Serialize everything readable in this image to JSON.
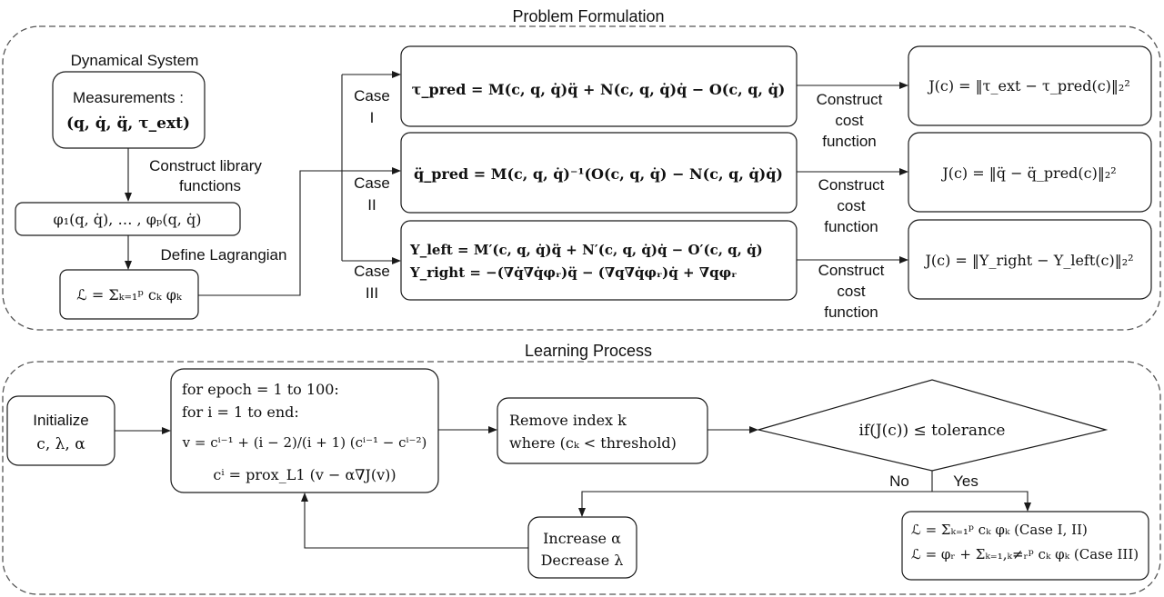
{
  "colors": {
    "stroke": "#1a1a1a",
    "dashed": "#555555",
    "text": "#111111",
    "background": "#ffffff"
  },
  "sections": {
    "problem_title": "Problem Formulation",
    "learning_title": "Learning Process"
  },
  "dynamical_system": {
    "title": "Dynamical System",
    "measurements_label": "Measurements :",
    "measurements_vars": "(q, q̇, q̈, τ_ext)"
  },
  "library": {
    "edge_label_1": "Construct library",
    "edge_label_2": "functions",
    "box": "φ₁(q, q̇), … , φₚ(q, q̇)"
  },
  "lagrangian": {
    "edge_label": "Define Lagrangian",
    "box": "ℒ = Σₖ₌₁ᵖ cₖ φₖ"
  },
  "cases": [
    {
      "label_1": "Case",
      "label_2": "I",
      "equation": "τ_pred = M(c, q, q̇)q̈ + N(c, q, q̇)q̇ − O(c, q, q̇)",
      "edge_1": "Construct",
      "edge_2": "cost",
      "edge_3": "function",
      "cost": "J(c) = ‖τ_ext − τ_pred(c)‖₂²"
    },
    {
      "label_1": "Case",
      "label_2": "II",
      "equation": "q̈_pred = M(c, q, q̇)⁻¹(O(c, q, q̇) − N(c, q, q̇)q̇)",
      "edge_1": "Construct",
      "edge_2": "cost",
      "edge_3": "function",
      "cost": "J(c) = ‖q̈ − q̈_pred(c)‖₂²"
    },
    {
      "label_1": "Case",
      "label_2": "III",
      "equation_1": "Y_left   = M′(c, q, q̇)q̈ + N′(c, q, q̇)q̇ − O′(c, q, q̇)",
      "equation_2": "Y_right = −(∇q̇∇q̇φᵣ)q̈ − (∇q∇q̇φᵣ)q̇ + ∇qφᵣ",
      "edge_1": "Construct",
      "edge_2": "cost",
      "edge_3": "function",
      "cost": "J(c) = ‖Y_right − Y_left(c)‖₂²"
    }
  ],
  "learning": {
    "initialize_1": "Initialize",
    "initialize_2": "c, λ, α",
    "loop_1": "for epoch = 1 to 100:",
    "loop_2": "for i = 1 to end:",
    "loop_3": "v = cⁱ⁻¹ + (i − 2)/(i + 1) (cⁱ⁻¹ − cⁱ⁻²)",
    "loop_4": "cⁱ = prox_L1 (v − α∇J(v))",
    "remove_1": "Remove index k",
    "remove_2": "where (cₖ < threshold)",
    "decision": "if(J(c)) ≤ tolerance",
    "no_label": "No",
    "yes_label": "Yes",
    "adjust_1": "Increase α",
    "adjust_2": "Decrease λ",
    "result_1": "ℒ = Σₖ₌₁ᵖ cₖ φₖ (Case I, II)",
    "result_2": "ℒ = φᵣ + Σₖ₌₁,ₖ≠ᵣᵖ cₖ φₖ (Case III)"
  }
}
